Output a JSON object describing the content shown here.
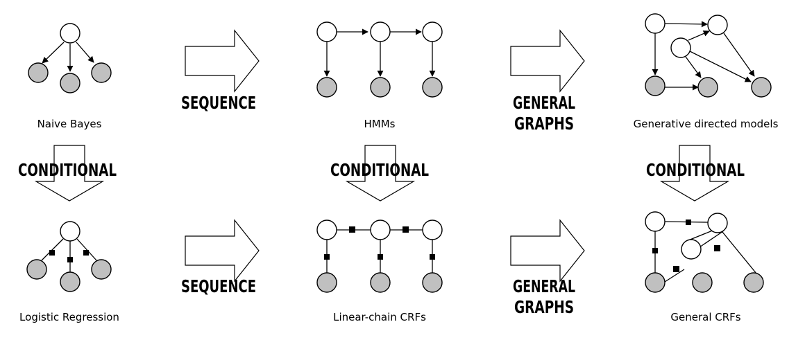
{
  "models": {
    "naive_bayes": "Naive Bayes",
    "hmms": "HMMs",
    "generative_directed": "Generative directed models",
    "logistic_regression": "Logistic Regression",
    "linear_chain_crfs": "Linear-chain CRFs",
    "general_crfs": "General CRFs"
  },
  "transitions": {
    "sequence": "SEQUENCE",
    "general_line1": "GENERAL",
    "general_line2": "GRAPHS",
    "conditional": "CONDITIONAL"
  },
  "colors": {
    "observed_node": "#c0c0c0",
    "hidden_node": "#ffffff",
    "factor": "#000000"
  }
}
